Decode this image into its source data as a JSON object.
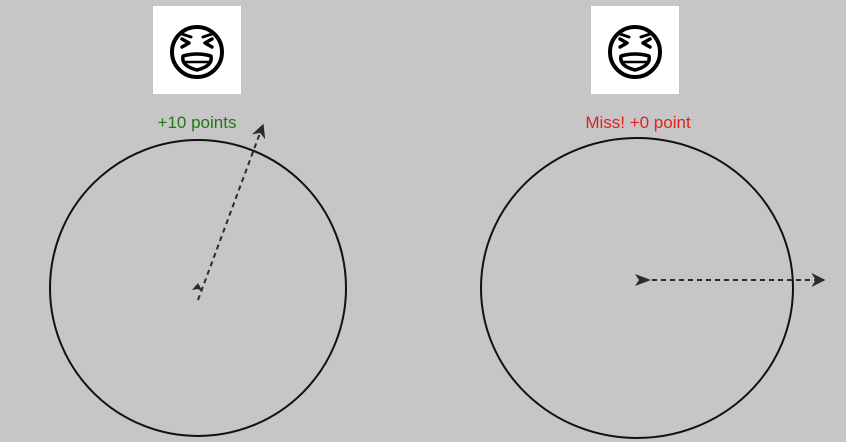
{
  "rounds": [
    {
      "face_icon": "squinting-angry-face-icon",
      "result_label": "+10 points",
      "result_color": "#1f7a10",
      "outcome": "hit",
      "points": 10
    },
    {
      "face_icon": "squinting-angry-face-icon",
      "result_label": "Miss! +0 point",
      "result_color": "#e0231a",
      "outcome": "miss",
      "points": 0
    }
  ],
  "colors": {
    "background": "#c7c5c8",
    "circle_stroke": "#111111",
    "arrow": "#2b2b2b"
  }
}
